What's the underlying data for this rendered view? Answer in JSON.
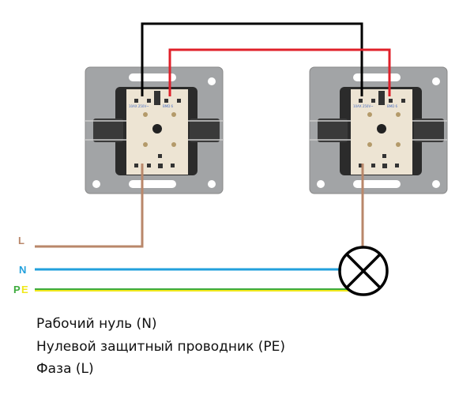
{
  "wire_labels": {
    "L": "L",
    "N": "N",
    "PE_P": "P",
    "PE_E": "E"
  },
  "switch_markings": {
    "rating": "10AX 250V~",
    "model": "BMD 6"
  },
  "legend": [
    "Рабочий нуль (N)",
    "Нулевой защитный проводник (PE)",
    "Фаза (L)"
  ],
  "colors": {
    "phase": "#b9876a",
    "neutral": "#22a0dc",
    "pe_green": "#3cab3c",
    "pe_yellow": "#f0e81c",
    "traveler_1": "#000000",
    "traveler_2": "#e0202a",
    "plate": "#9c9ea0",
    "switch_body": "#ede4d3"
  }
}
